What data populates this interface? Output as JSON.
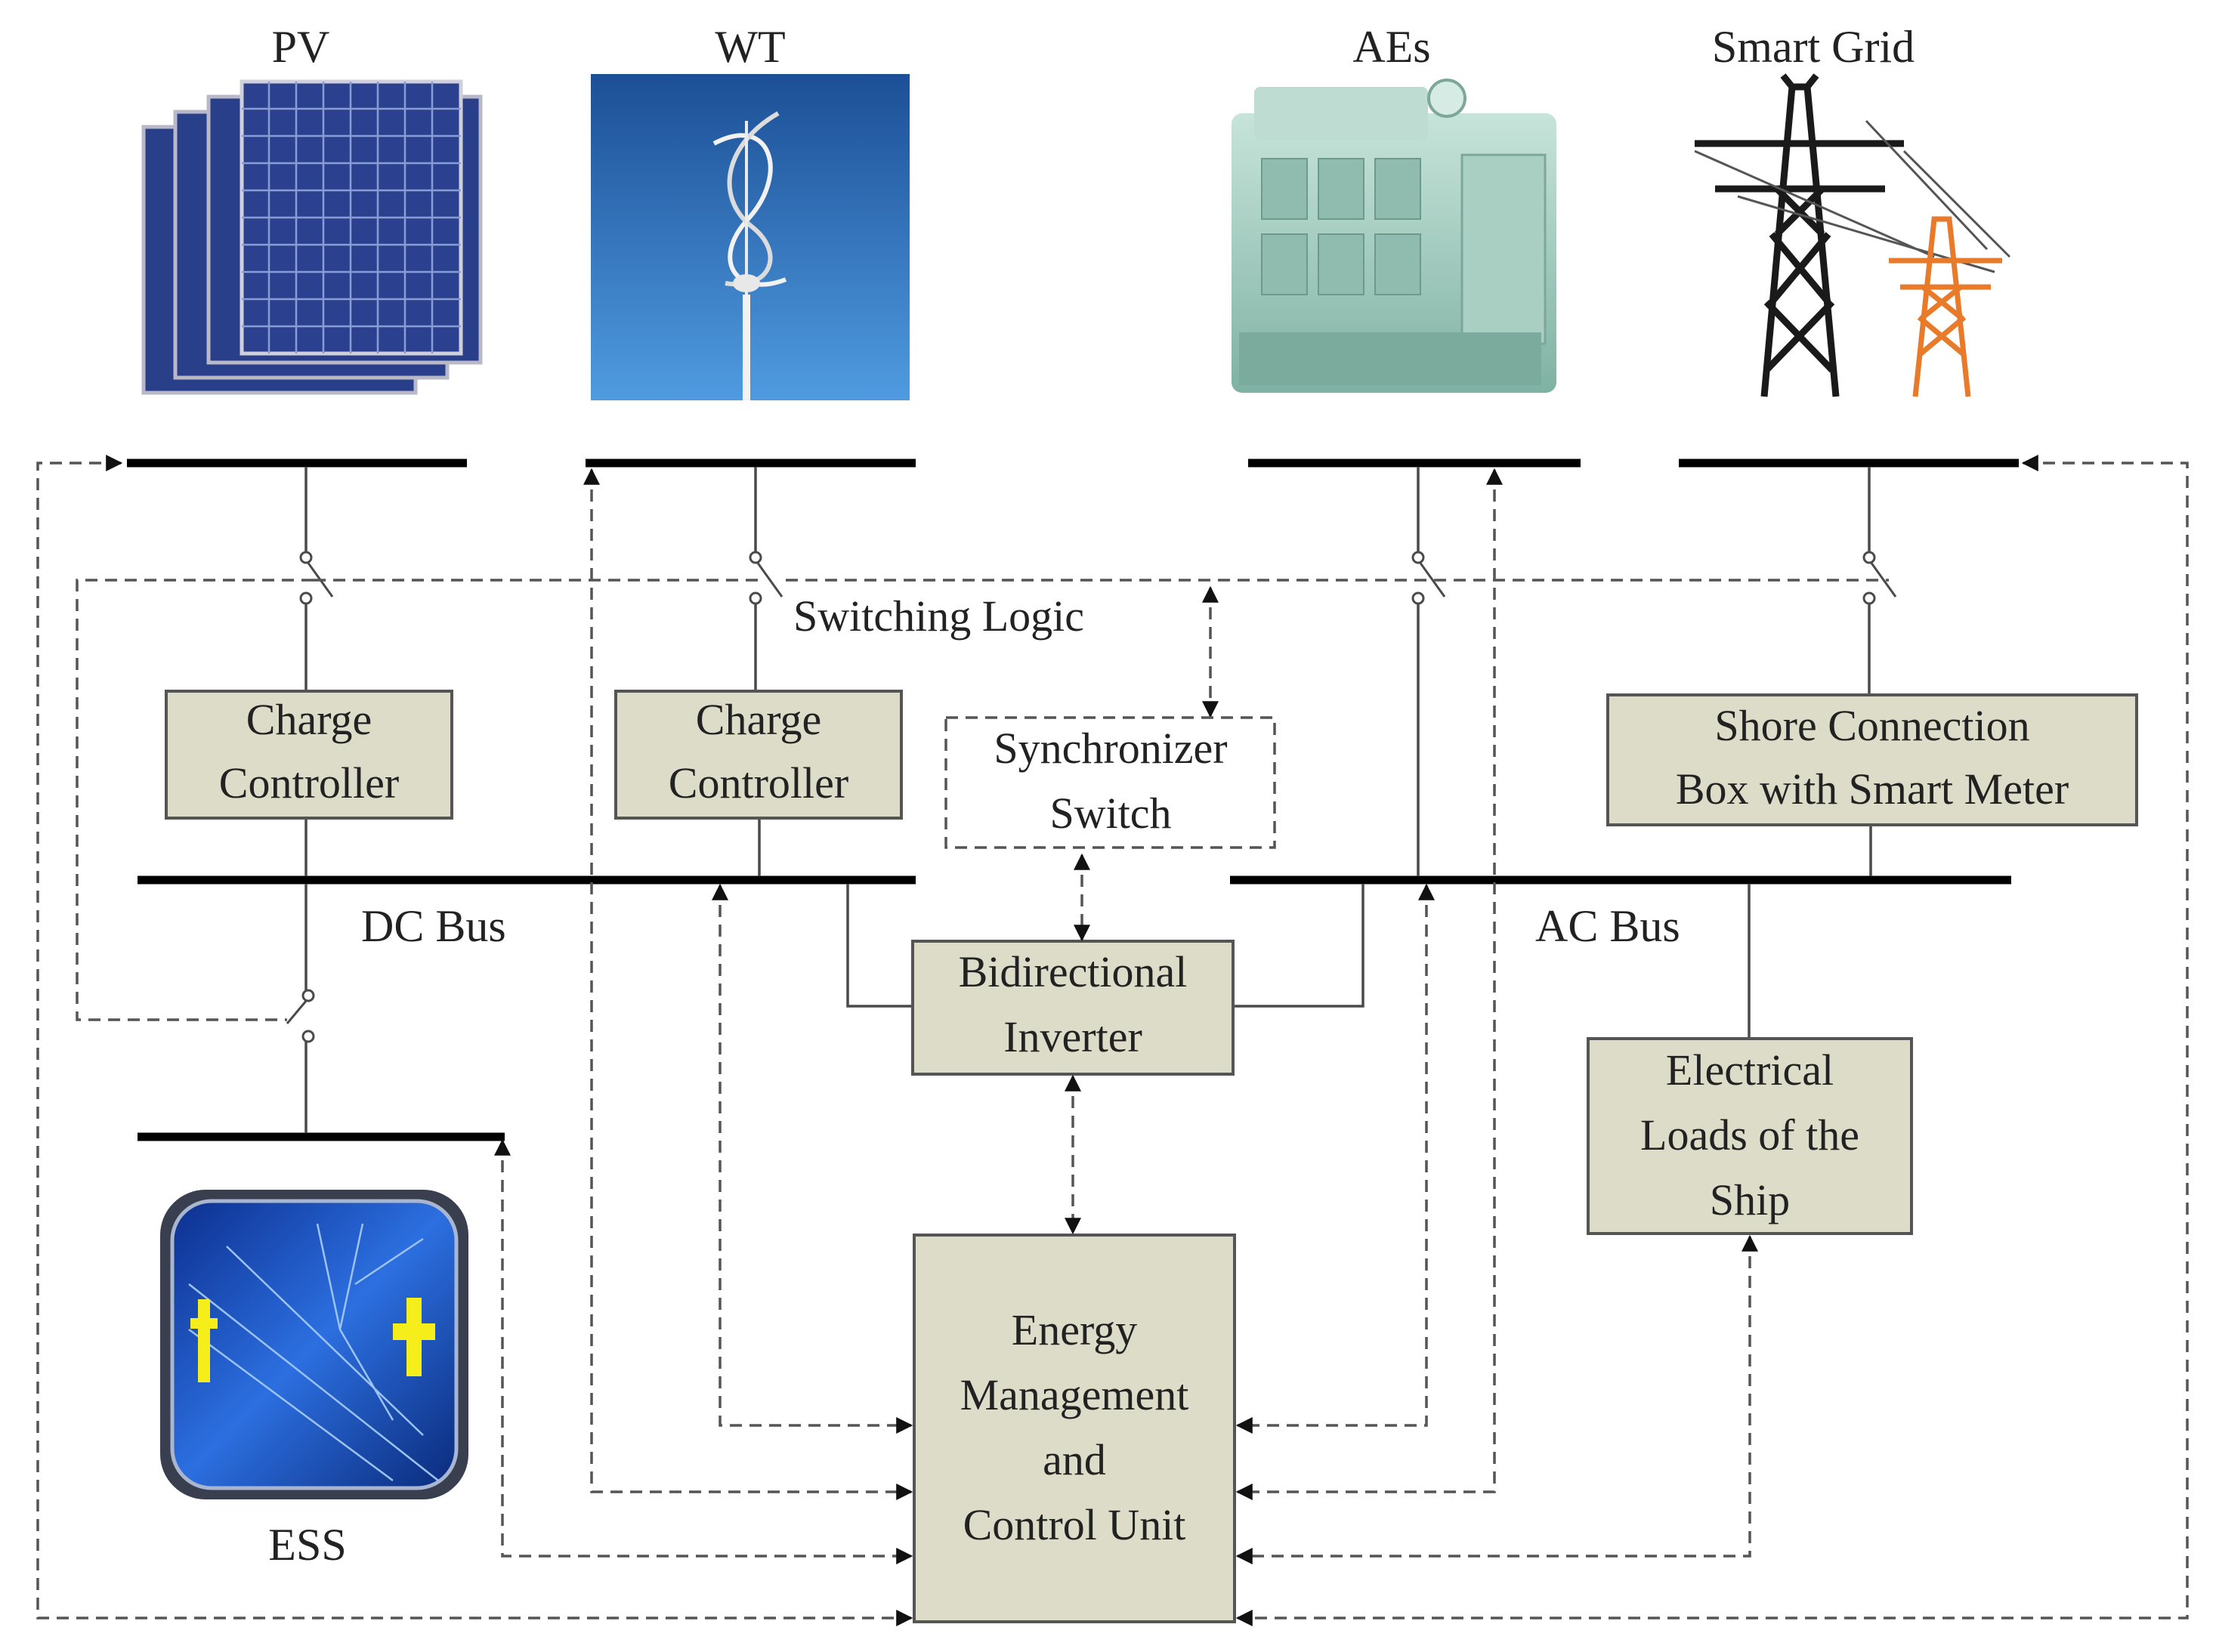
{
  "colors": {
    "box_fill": "#dcdcc8",
    "bus_line": "#000000",
    "solar_blue": "#2a3f8a",
    "sky_blue": "#2f74c0",
    "engine_green": "#a9d0c4",
    "pylon_orange": "#e87a2a",
    "battery_blue": "#1846b8",
    "battery_yellow": "#f5ee1a"
  },
  "sources": {
    "pv": {
      "label": "PV",
      "icon": "solar-panel-icon"
    },
    "wt": {
      "label": "WT",
      "icon": "wind-turbine-icon"
    },
    "aes": {
      "label": "AEs",
      "icon": "engine-icon"
    },
    "grid": {
      "label": "Smart Grid",
      "icon": "transmission-tower-icon"
    }
  },
  "ess": {
    "label": "ESS",
    "icon": "battery-icon"
  },
  "switching_logic": "Switching Logic",
  "boxes": {
    "charge_controller_pv": [
      "Charge",
      "Controller"
    ],
    "charge_controller_wt": [
      "Charge",
      "Controller"
    ],
    "synchronizer_switch": [
      "Synchronizer",
      "Switch"
    ],
    "shore_box": [
      "Shore Connection",
      "Box with Smart Meter"
    ],
    "inverter": [
      "Bidirectional",
      "Inverter"
    ],
    "loads": [
      "Electrical",
      "Loads of the",
      "Ship"
    ],
    "emcu": [
      "Energy",
      "Management",
      "and",
      "Control Unit"
    ]
  },
  "buses": {
    "dc": "DC Bus",
    "ac": "AC Bus"
  }
}
